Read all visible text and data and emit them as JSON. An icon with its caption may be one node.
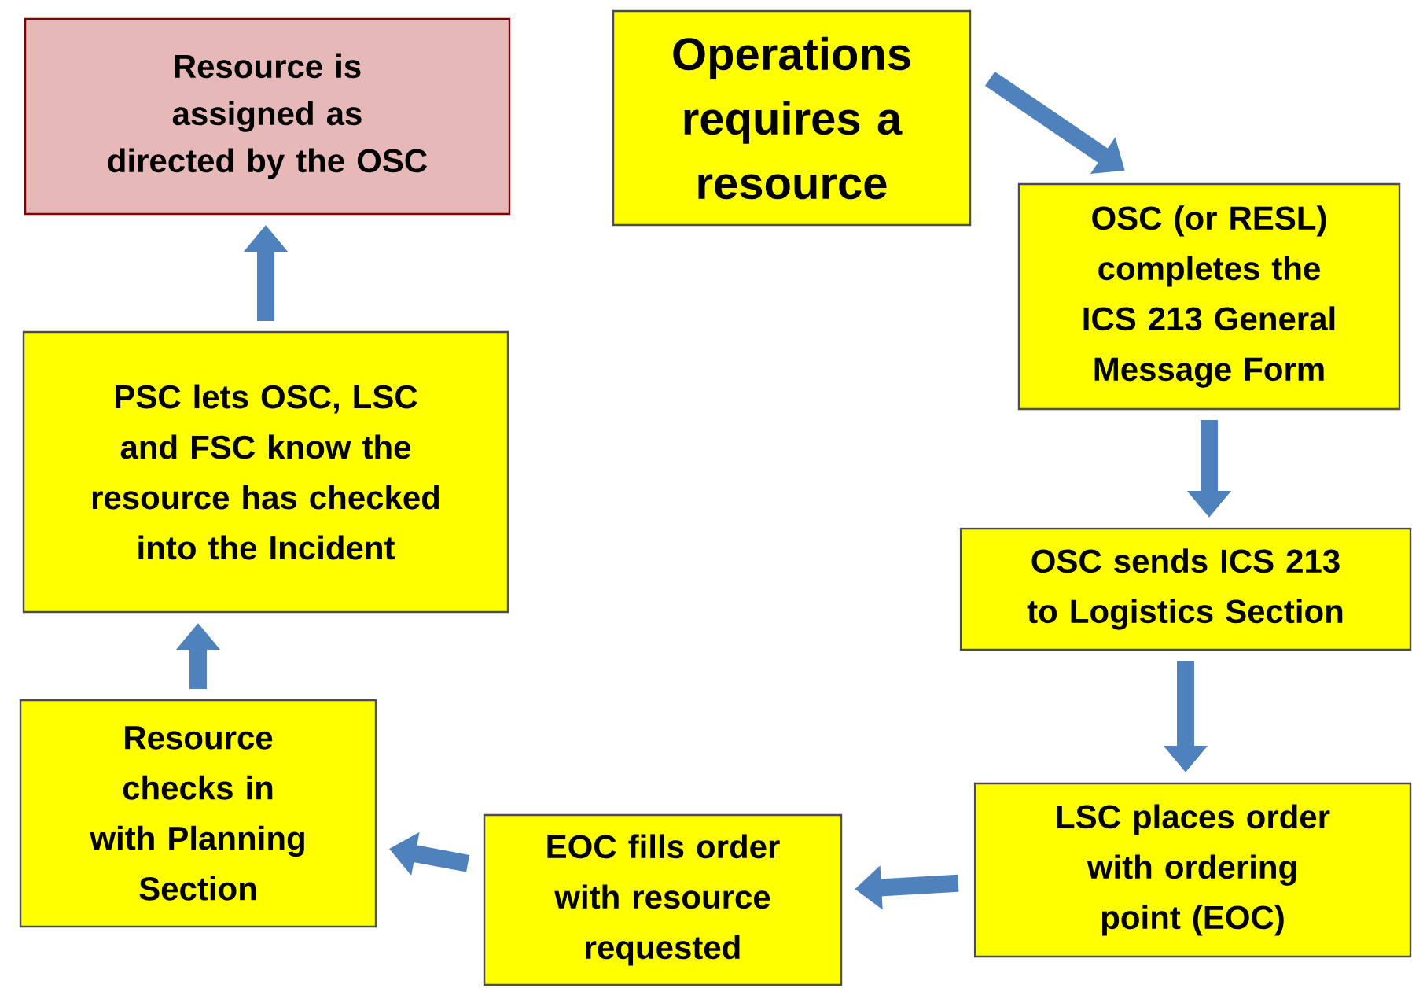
{
  "diagram": {
    "nodes": [
      {
        "text": [
          "Resource is assigned as directed by the OSC"
        ]
      },
      {
        "text": [
          "Operations requires a resource"
        ]
      },
      {
        "text": [
          "PSC lets OSC, LSC and FSC know the resource has checked  into the Incident"
        ]
      },
      {
        "text": [
          "OSC (or RESL) completes the ICS 213 General Message Form"
        ]
      },
      {
        "text": [
          "OSC sends ICS 213 to Logistics Section"
        ]
      },
      {
        "text": [
          "Resource checks in with Planning Section"
        ]
      },
      {
        "text": [
          "EOC fills order with resource requested"
        ]
      },
      {
        "text": [
          "LSC places order with ordering point (EOC)"
        ]
      }
    ],
    "edges": [
      {
        "from": 1,
        "to": 3,
        "arrow": "to"
      },
      {
        "from": 3,
        "to": 4,
        "arrow": "to"
      },
      {
        "from": 4,
        "to": 7,
        "arrow": "to"
      },
      {
        "from": 7,
        "to": 6,
        "arrow": "to"
      },
      {
        "from": 6,
        "to": 5,
        "arrow": "to"
      },
      {
        "from": 5,
        "to": 2,
        "arrow": "to"
      },
      {
        "from": 2,
        "to": 0,
        "arrow": "to"
      }
    ]
  }
}
